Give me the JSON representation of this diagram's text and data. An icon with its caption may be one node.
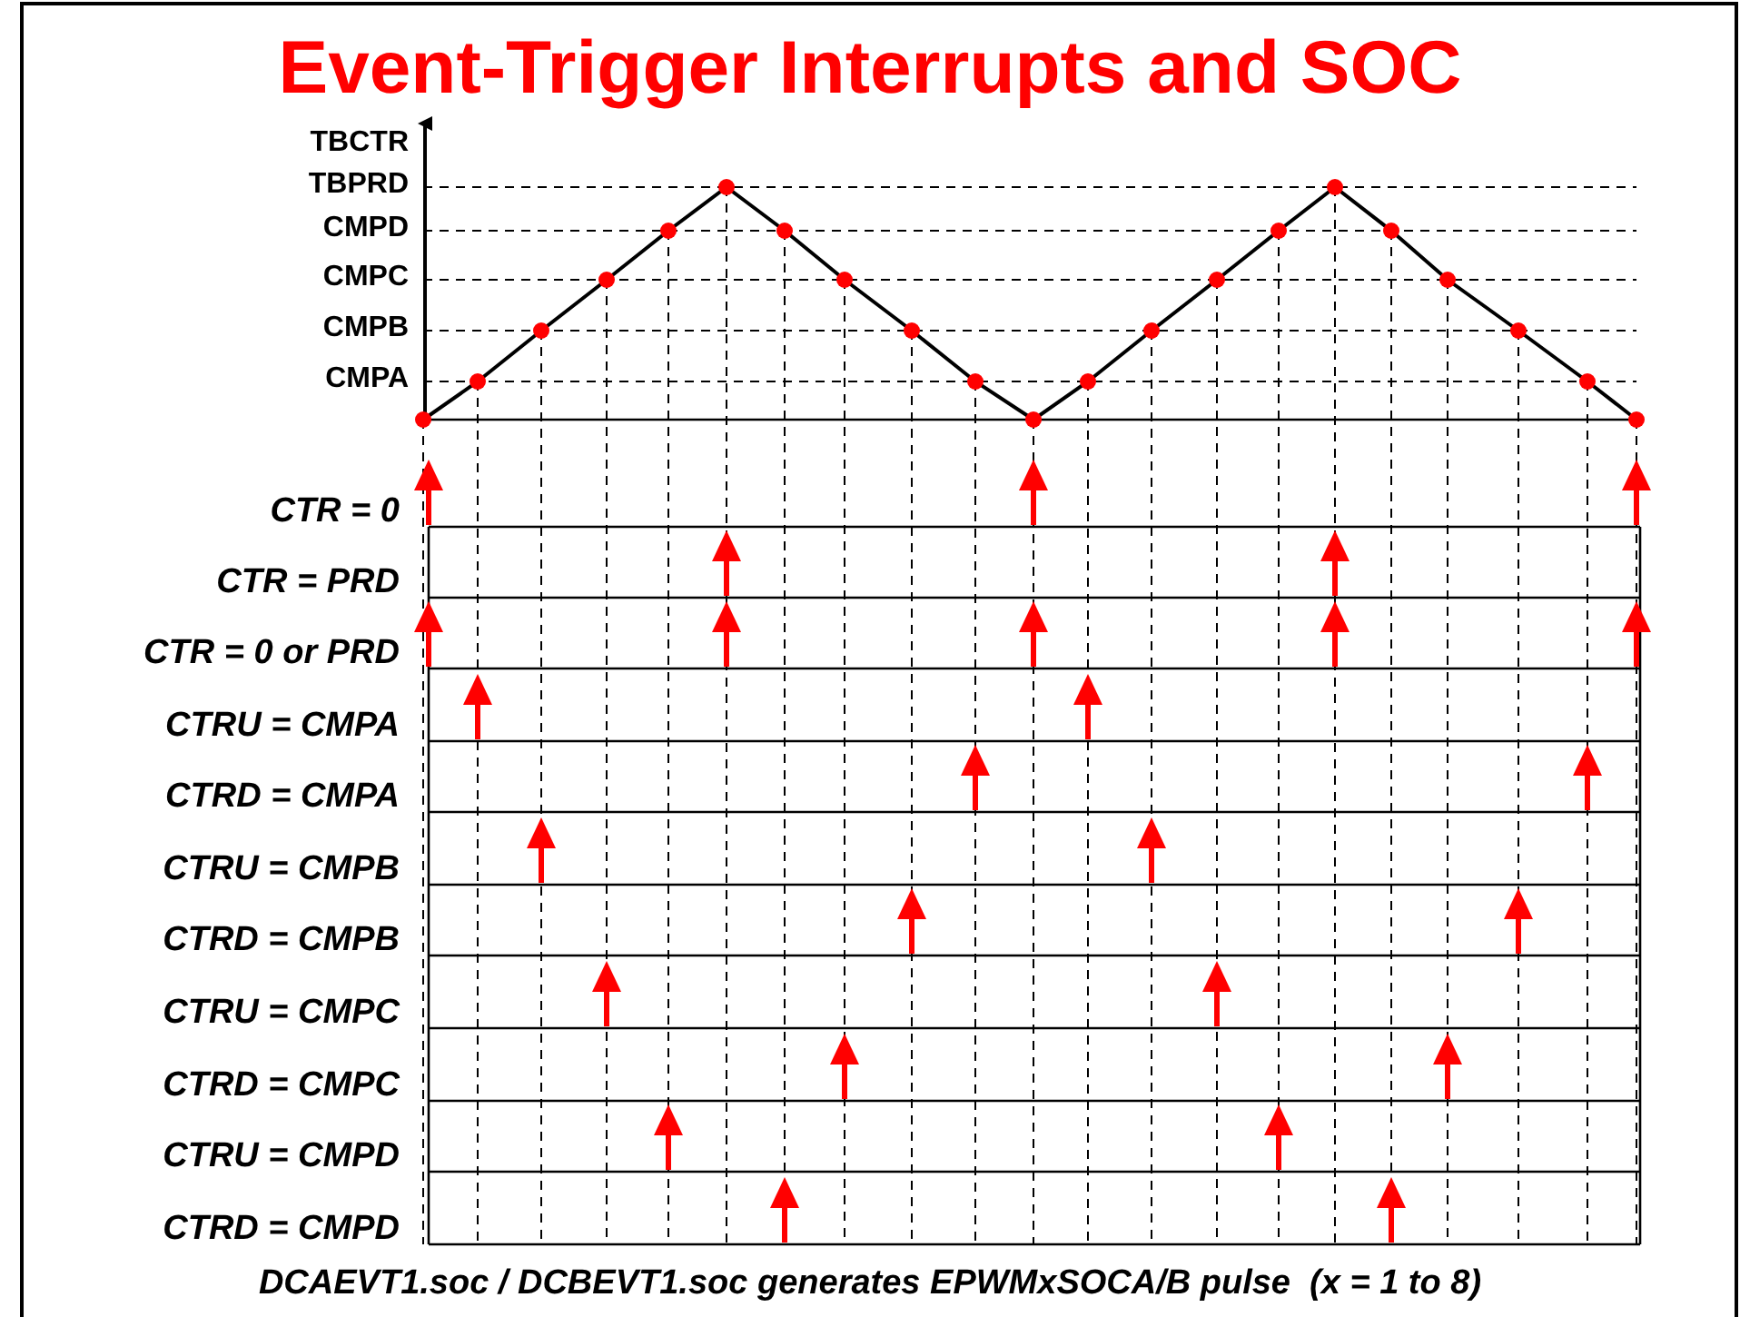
{
  "diagram": {
    "title": "Event-Trigger Interrupts and SOC",
    "caption": "DCAEVT1.soc / DCBEVT1.soc generates EPWMxSOCA/B pulse  (x = 1 to 8)",
    "labels": [
      "TBCTR",
      "TBPRD",
      "CMPD",
      "CMPC",
      "CMPB",
      "CMPA",
      "CTR = 0",
      "CTR = PRD",
      "CTR = 0 or PRD",
      "CTRU = CMPA",
      "CTRD = CMPA",
      "CTRU = CMPB",
      "CTRD = CMPB",
      "CTRU = CMPC",
      "CTRD = CMPC",
      "CTRU = CMPD",
      "CTRD = CMPD"
    ]
  }
}
